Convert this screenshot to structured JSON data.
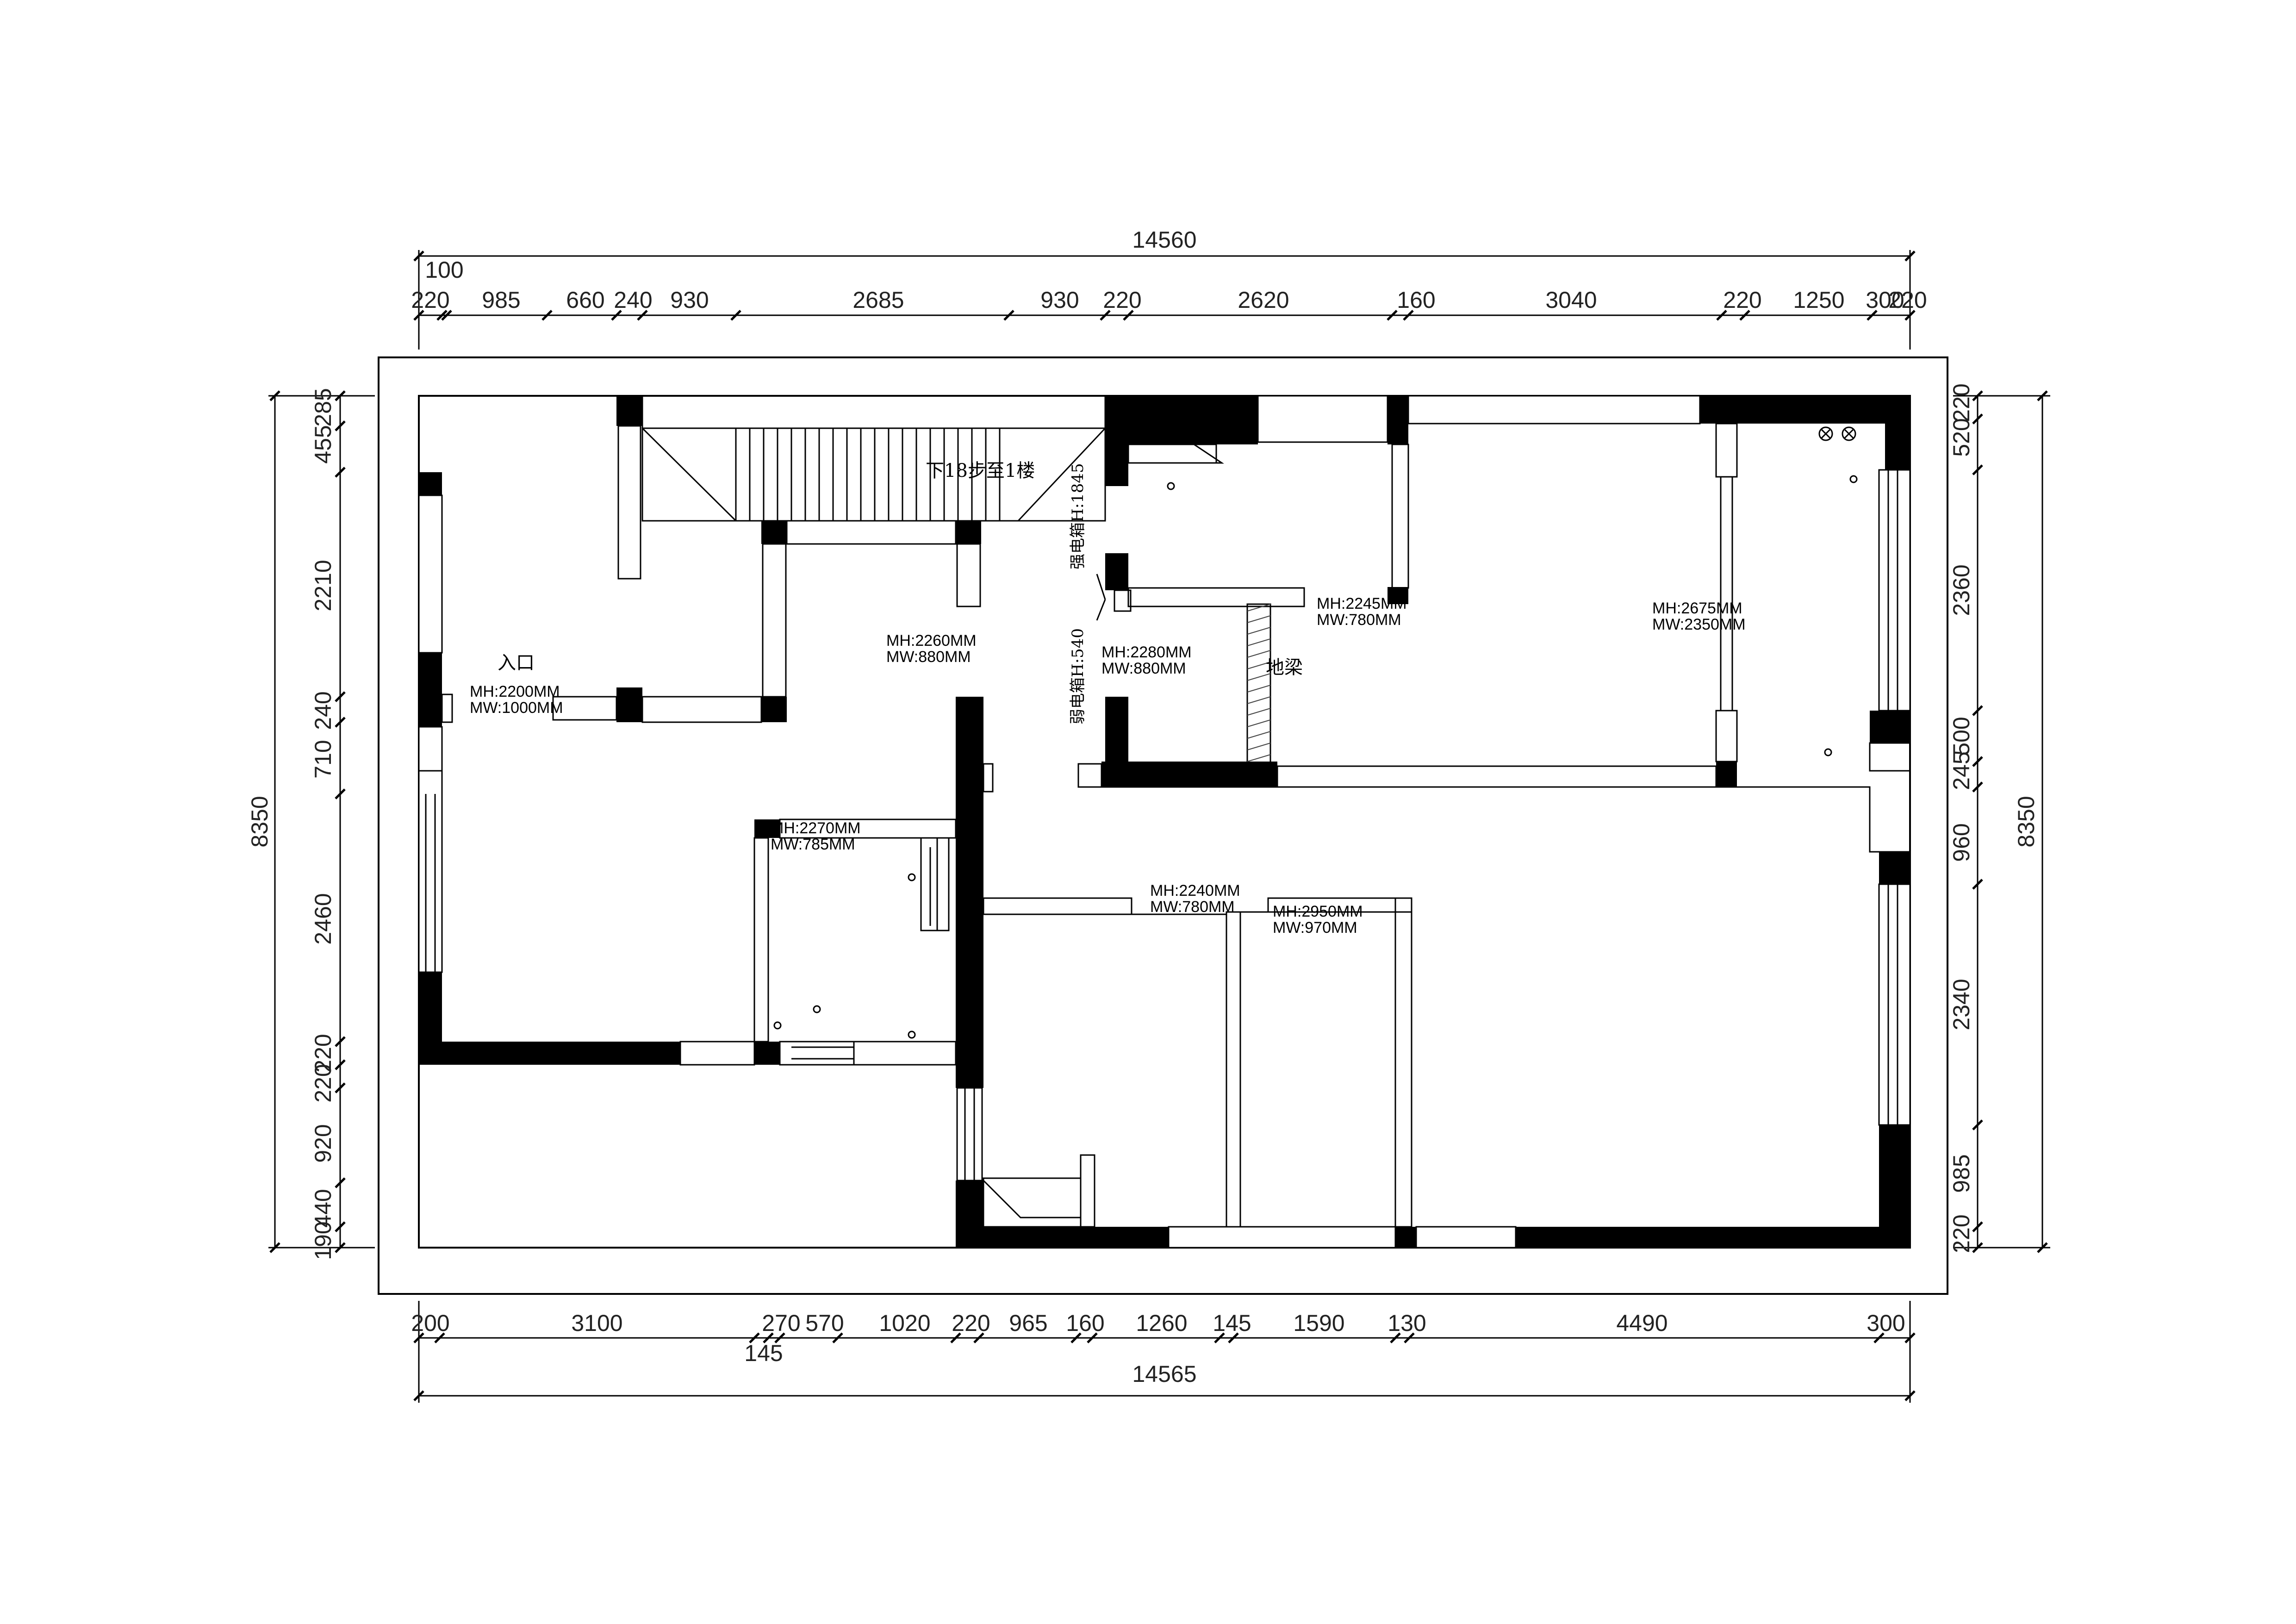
{
  "dimensions": {
    "top_total": "14560",
    "top_upper": "100",
    "top_segments": [
      "220",
      "985",
      "660",
      "240",
      "930",
      "2685",
      "930",
      "220",
      "2620",
      "160",
      "3040",
      "220",
      "1250",
      "300",
      "220"
    ],
    "bottom_total": "14565",
    "bottom_extra": "145",
    "bottom_segments": [
      "200",
      "3100",
      "270",
      "570",
      "1020",
      "220",
      "965",
      "160",
      "1260",
      "145",
      "1590",
      "130",
      "4490",
      "300"
    ],
    "left_total": "8350",
    "left_segments": [
      "285",
      "455",
      "2210",
      "240",
      "710",
      "2460",
      "220",
      "220",
      "920",
      "440",
      "190"
    ],
    "right_total": "8350",
    "right_segments": [
      "220",
      "520",
      "2360",
      "500",
      "245",
      "960",
      "2340",
      "985",
      "220"
    ]
  },
  "openings": [
    {
      "mh": "MH:2200MM",
      "mw": "MW:1000MM"
    },
    {
      "mh": "MH:2260MM",
      "mw": "MW:880MM"
    },
    {
      "mh": "MH:2280MM",
      "mw": "MW:880MM"
    },
    {
      "mh": "MH:2245MM",
      "mw": "MW:780MM"
    },
    {
      "mh": "MH:2675MM",
      "mw": "MW:2350MM"
    },
    {
      "mh": "MH:2270MM",
      "mw": "MW:785MM"
    },
    {
      "mh": "MH:2240MM",
      "mw": "MW:780MM"
    },
    {
      "mh": "MH:2950MM",
      "mw": "MW:970MM"
    }
  ],
  "labels": {
    "entrance": "入口",
    "stair": "下18步至1楼",
    "ground_beam": "地梁",
    "strong_box": "强电箱H:1845",
    "weak_box": "弱电箱H:540"
  }
}
